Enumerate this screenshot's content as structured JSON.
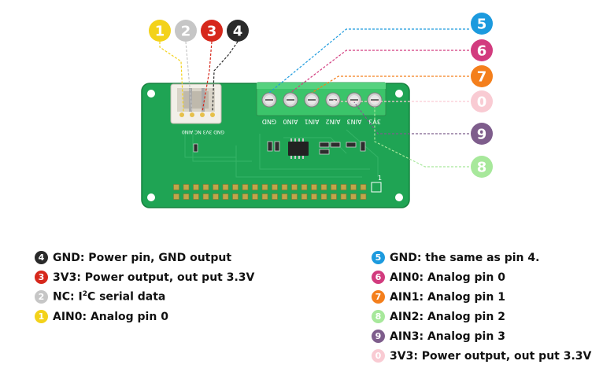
{
  "callouts": [
    {
      "num": "1",
      "color": "#f3d21a"
    },
    {
      "num": "2",
      "color": "#c6c6c6"
    },
    {
      "num": "3",
      "color": "#d6281c"
    },
    {
      "num": "4",
      "color": "#2a2a2a"
    },
    {
      "num": "5",
      "color": "#1c9ade"
    },
    {
      "num": "6",
      "color": "#d23b7e"
    },
    {
      "num": "7",
      "color": "#f47f1c"
    },
    {
      "num": "0",
      "color": "#f9cbd3"
    },
    {
      "num": "9",
      "color": "#7e5d8c"
    },
    {
      "num": "8",
      "color": "#a7e89b"
    }
  ],
  "board": {
    "terminal_labels": [
      "GND",
      "AIN0",
      "AIN1",
      "AIN2",
      "AIN3",
      "3V3"
    ],
    "connector_labels": "GND 3V3 NC AIN0",
    "pin1_marker": "1"
  },
  "legend_left": [
    {
      "num": "4",
      "color": "#2a2a2a",
      "text_pre": "GND: Power pin, GND output",
      "sup": "",
      "text_post": ""
    },
    {
      "num": "3",
      "color": "#d6281c",
      "text_pre": "3V3: Power output, out put 3.3V",
      "sup": "",
      "text_post": ""
    },
    {
      "num": "2",
      "color": "#c6c6c6",
      "text_pre": "NC: I",
      "sup": "2",
      "text_post": "C serial data"
    },
    {
      "num": "1",
      "color": "#f3d21a",
      "text_pre": "AIN0: Analog pin 0",
      "sup": "",
      "text_post": ""
    }
  ],
  "legend_right": [
    {
      "num": "5",
      "color": "#1c9ade",
      "text_pre": "GND: the same as pin 4.",
      "sup": "",
      "text_post": ""
    },
    {
      "num": "6",
      "color": "#d23b7e",
      "text_pre": "AIN0: Analog pin 0",
      "sup": "",
      "text_post": ""
    },
    {
      "num": "7",
      "color": "#f47f1c",
      "text_pre": "AIN1: Analog pin 1",
      "sup": "",
      "text_post": ""
    },
    {
      "num": "8",
      "color": "#a7e89b",
      "text_pre": "AIN2: Analog pin 2",
      "sup": "",
      "text_post": ""
    },
    {
      "num": "9",
      "color": "#7e5d8c",
      "text_pre": "AIN3: Analog pin 3",
      "sup": "",
      "text_post": ""
    },
    {
      "num": "0",
      "color": "#f9cbd3",
      "text_pre": "3V3: Power output, out put 3.3V",
      "sup": "",
      "text_post": ""
    }
  ]
}
